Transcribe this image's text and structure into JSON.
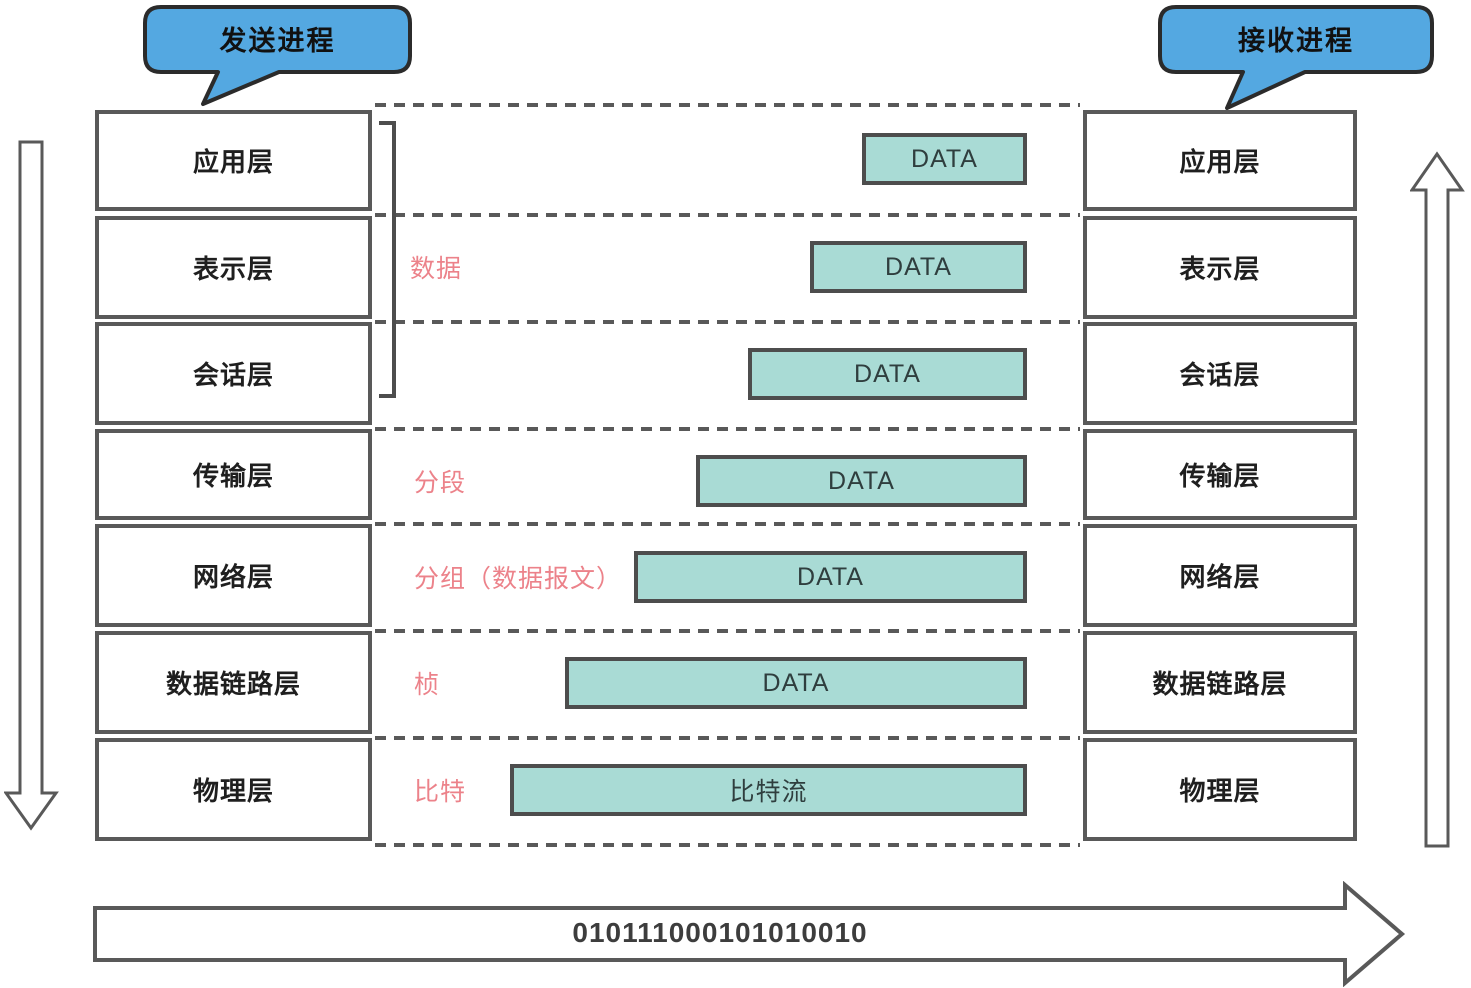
{
  "bubbles": {
    "sender": "发送进程",
    "receiver": "接收进程"
  },
  "layers": [
    "应用层",
    "表示层",
    "会话层",
    "传输层",
    "网络层",
    "数据链路层",
    "物理层"
  ],
  "middle_rows": [
    {
      "unit_label": "",
      "box_label": "DATA"
    },
    {
      "unit_label": "数据",
      "box_label": "DATA"
    },
    {
      "unit_label": "",
      "box_label": "DATA"
    },
    {
      "unit_label": "分段",
      "box_label": "DATA"
    },
    {
      "unit_label": "分组（数据报文）",
      "box_label": "DATA"
    },
    {
      "unit_label": "桢",
      "box_label": "DATA"
    },
    {
      "unit_label": "比特",
      "box_label": "比特流"
    }
  ],
  "bottom_arrow": {
    "text": "010111000101010010"
  },
  "colors": {
    "bubble_blue": "#54a8e1",
    "data_teal": "#a9dbd5",
    "label_pink": "#ec828a",
    "line_gray": "#595959"
  }
}
